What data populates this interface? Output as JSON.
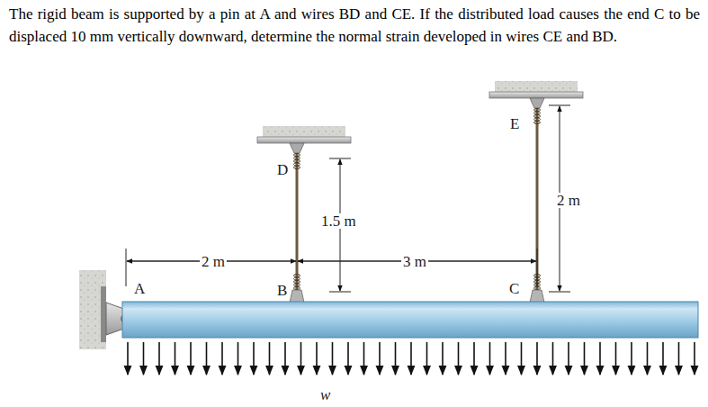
{
  "diagram": {
    "labels": [
      "The rigid beam is supported by a pin at A and wires BD and CE. If the distributed load causes the end C to be displaced 10 mm vertically downward, determine the normal strain developed in wires CE and BD.",
      "A",
      "B",
      "C",
      "D",
      "E",
      "2 m",
      "3 m",
      "1.5 m",
      "2 m",
      "w"
    ]
  }
}
